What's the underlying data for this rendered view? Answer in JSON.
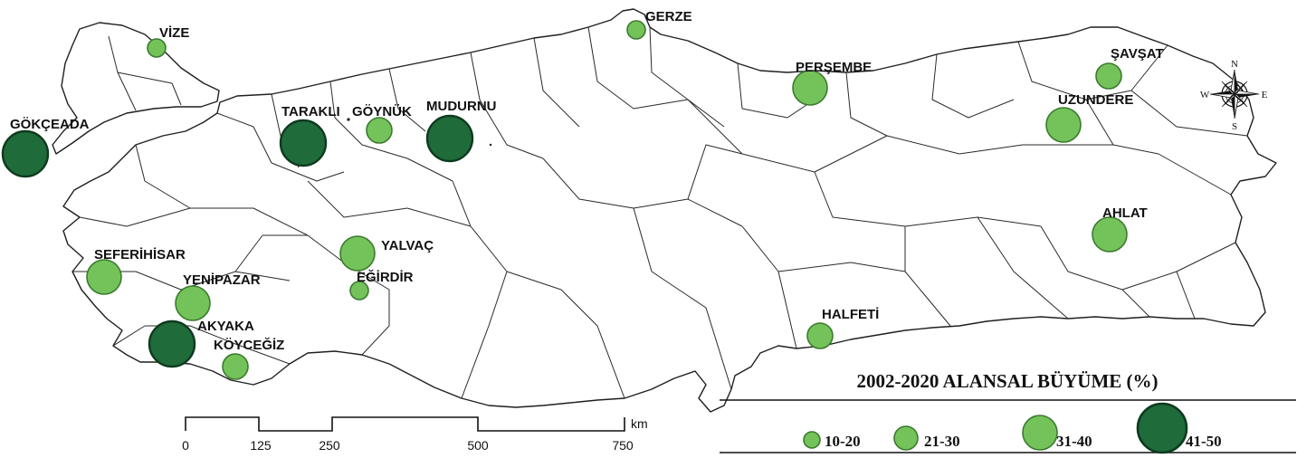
{
  "legend": {
    "title": "2002-2020 ALANSAL BÜYÜME (%)",
    "classes": [
      {
        "label": "10-20",
        "fill": "#74c35a",
        "stroke": "#3b7a30"
      },
      {
        "label": "21-30",
        "fill": "#74c35a",
        "stroke": "#3b7a30"
      },
      {
        "label": "31-40",
        "fill": "#74c35a",
        "stroke": "#3b7a30"
      },
      {
        "label": "41-50",
        "fill": "#1f6b3a",
        "stroke": "#0e3a1f"
      }
    ]
  },
  "towns": [
    {
      "name": "VİZE",
      "class": "10-20"
    },
    {
      "name": "GERZE",
      "class": "10-20"
    },
    {
      "name": "PERŞEMBE",
      "class": "31-40"
    },
    {
      "name": "ŞAVŞAT",
      "class": "21-30"
    },
    {
      "name": "UZUNDERE",
      "class": "31-40"
    },
    {
      "name": "GÖKÇEADA",
      "class": "41-50"
    },
    {
      "name": "TARAKLI",
      "class": "41-50"
    },
    {
      "name": "GÖYNÜK",
      "class": "21-30"
    },
    {
      "name": "MUDURNU",
      "class": "41-50"
    },
    {
      "name": "SEFERİHİSAR",
      "class": "31-40"
    },
    {
      "name": "YALVAÇ",
      "class": "31-40"
    },
    {
      "name": "EĞİRDİR",
      "class": "10-20"
    },
    {
      "name": "YENİPAZAR",
      "class": "31-40"
    },
    {
      "name": "AKYAKA",
      "class": "41-50"
    },
    {
      "name": "KÖYCEĞİZ",
      "class": "21-30"
    },
    {
      "name": "HALFETİ",
      "class": "21-30"
    },
    {
      "name": "AHLAT",
      "class": "31-40"
    }
  ],
  "scale": {
    "unit": "km",
    "ticks": [
      "0",
      "125",
      "250",
      "500",
      "750"
    ]
  },
  "compass": {
    "n": "N",
    "e": "E",
    "s": "S",
    "w": "W"
  }
}
